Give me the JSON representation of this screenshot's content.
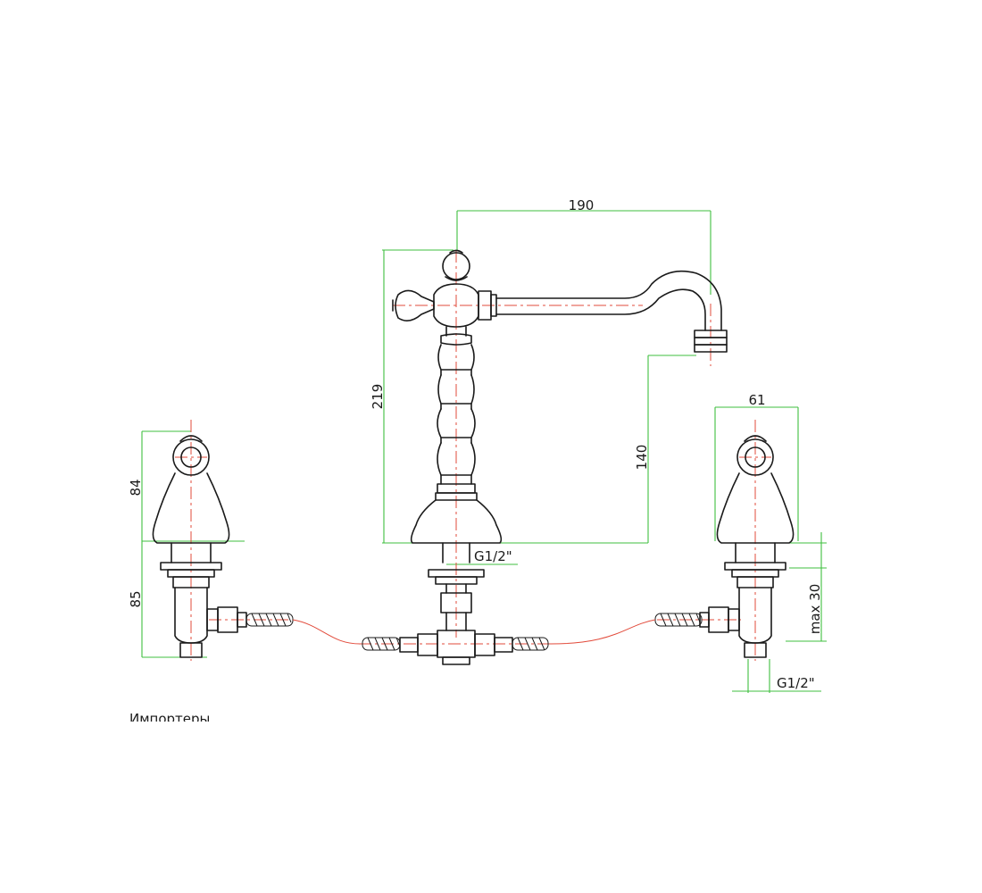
{
  "dimensions": {
    "spout_reach": "190",
    "total_height": "219",
    "spout_height": "140",
    "handle_width": "61",
    "handle_height": "84",
    "valve_height": "85",
    "deck_thickness": "max 30",
    "thread_center": "G1/2\"",
    "thread_right": "G1/2\""
  },
  "footer": {
    "partial_text": "Импортеры"
  },
  "colors": {
    "outline": "#1a1a1a",
    "dimension_line": "#3fbf3f",
    "center_line": "#e24b3b"
  }
}
